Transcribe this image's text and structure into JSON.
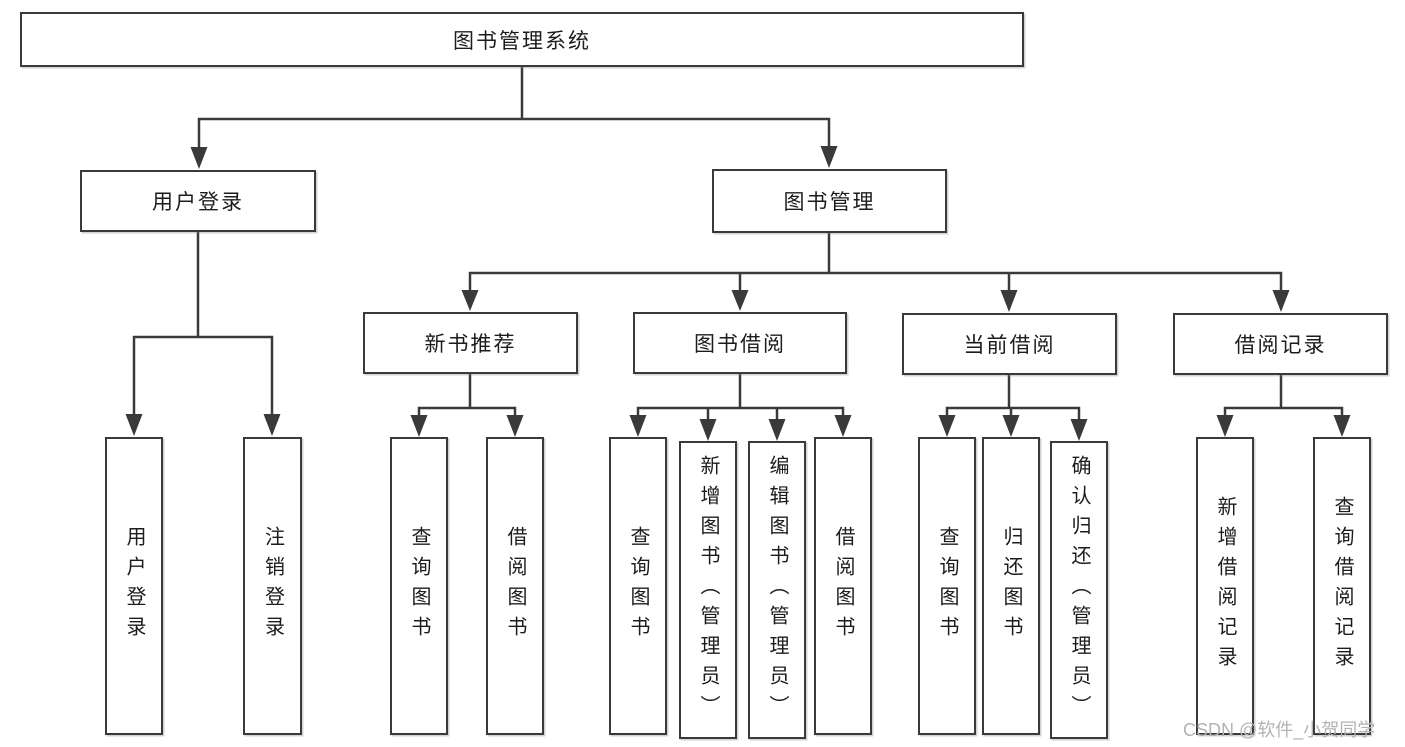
{
  "diagram_title": "图书管理系统",
  "tree": {
    "label": "图书管理系统",
    "children": [
      {
        "label": "用户登录",
        "children": [
          {
            "label": "用户登录"
          },
          {
            "label": "注销登录"
          }
        ]
      },
      {
        "label": "图书管理",
        "children": [
          {
            "label": "新书推荐",
            "children": [
              {
                "label": "查询图书"
              },
              {
                "label": "借阅图书"
              }
            ]
          },
          {
            "label": "图书借阅",
            "children": [
              {
                "label": "查询图书"
              },
              {
                "label": "新增图书（管理员）"
              },
              {
                "label": "编辑图书（管理员）"
              },
              {
                "label": "借阅图书"
              }
            ]
          },
          {
            "label": "当前借阅",
            "children": [
              {
                "label": "查询图书"
              },
              {
                "label": "归还图书"
              },
              {
                "label": "确认归还（管理员）"
              }
            ]
          },
          {
            "label": "借阅记录",
            "children": [
              {
                "label": "新增借阅记录"
              },
              {
                "label": "查询借阅记录"
              }
            ]
          }
        ]
      }
    ]
  },
  "watermark": {
    "text": "CSDN @软件_小贺同学"
  },
  "colors": {
    "line": "#3a3a3a",
    "text": "#1c1c1c",
    "watermark": "#b3b3b3",
    "background": "#ffffff"
  }
}
